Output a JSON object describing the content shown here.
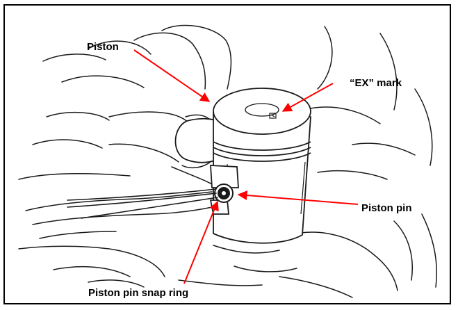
{
  "labels": {
    "piston": "Piston",
    "ex_mark": "“EX” mark",
    "piston_pin": "Piston pin",
    "snap_ring": "Piston pin snap ring"
  },
  "colors": {
    "frame": "#000000",
    "leader_arrows": "#ff0000",
    "line_art": "#1a1a1a",
    "background": "#ffffff"
  }
}
